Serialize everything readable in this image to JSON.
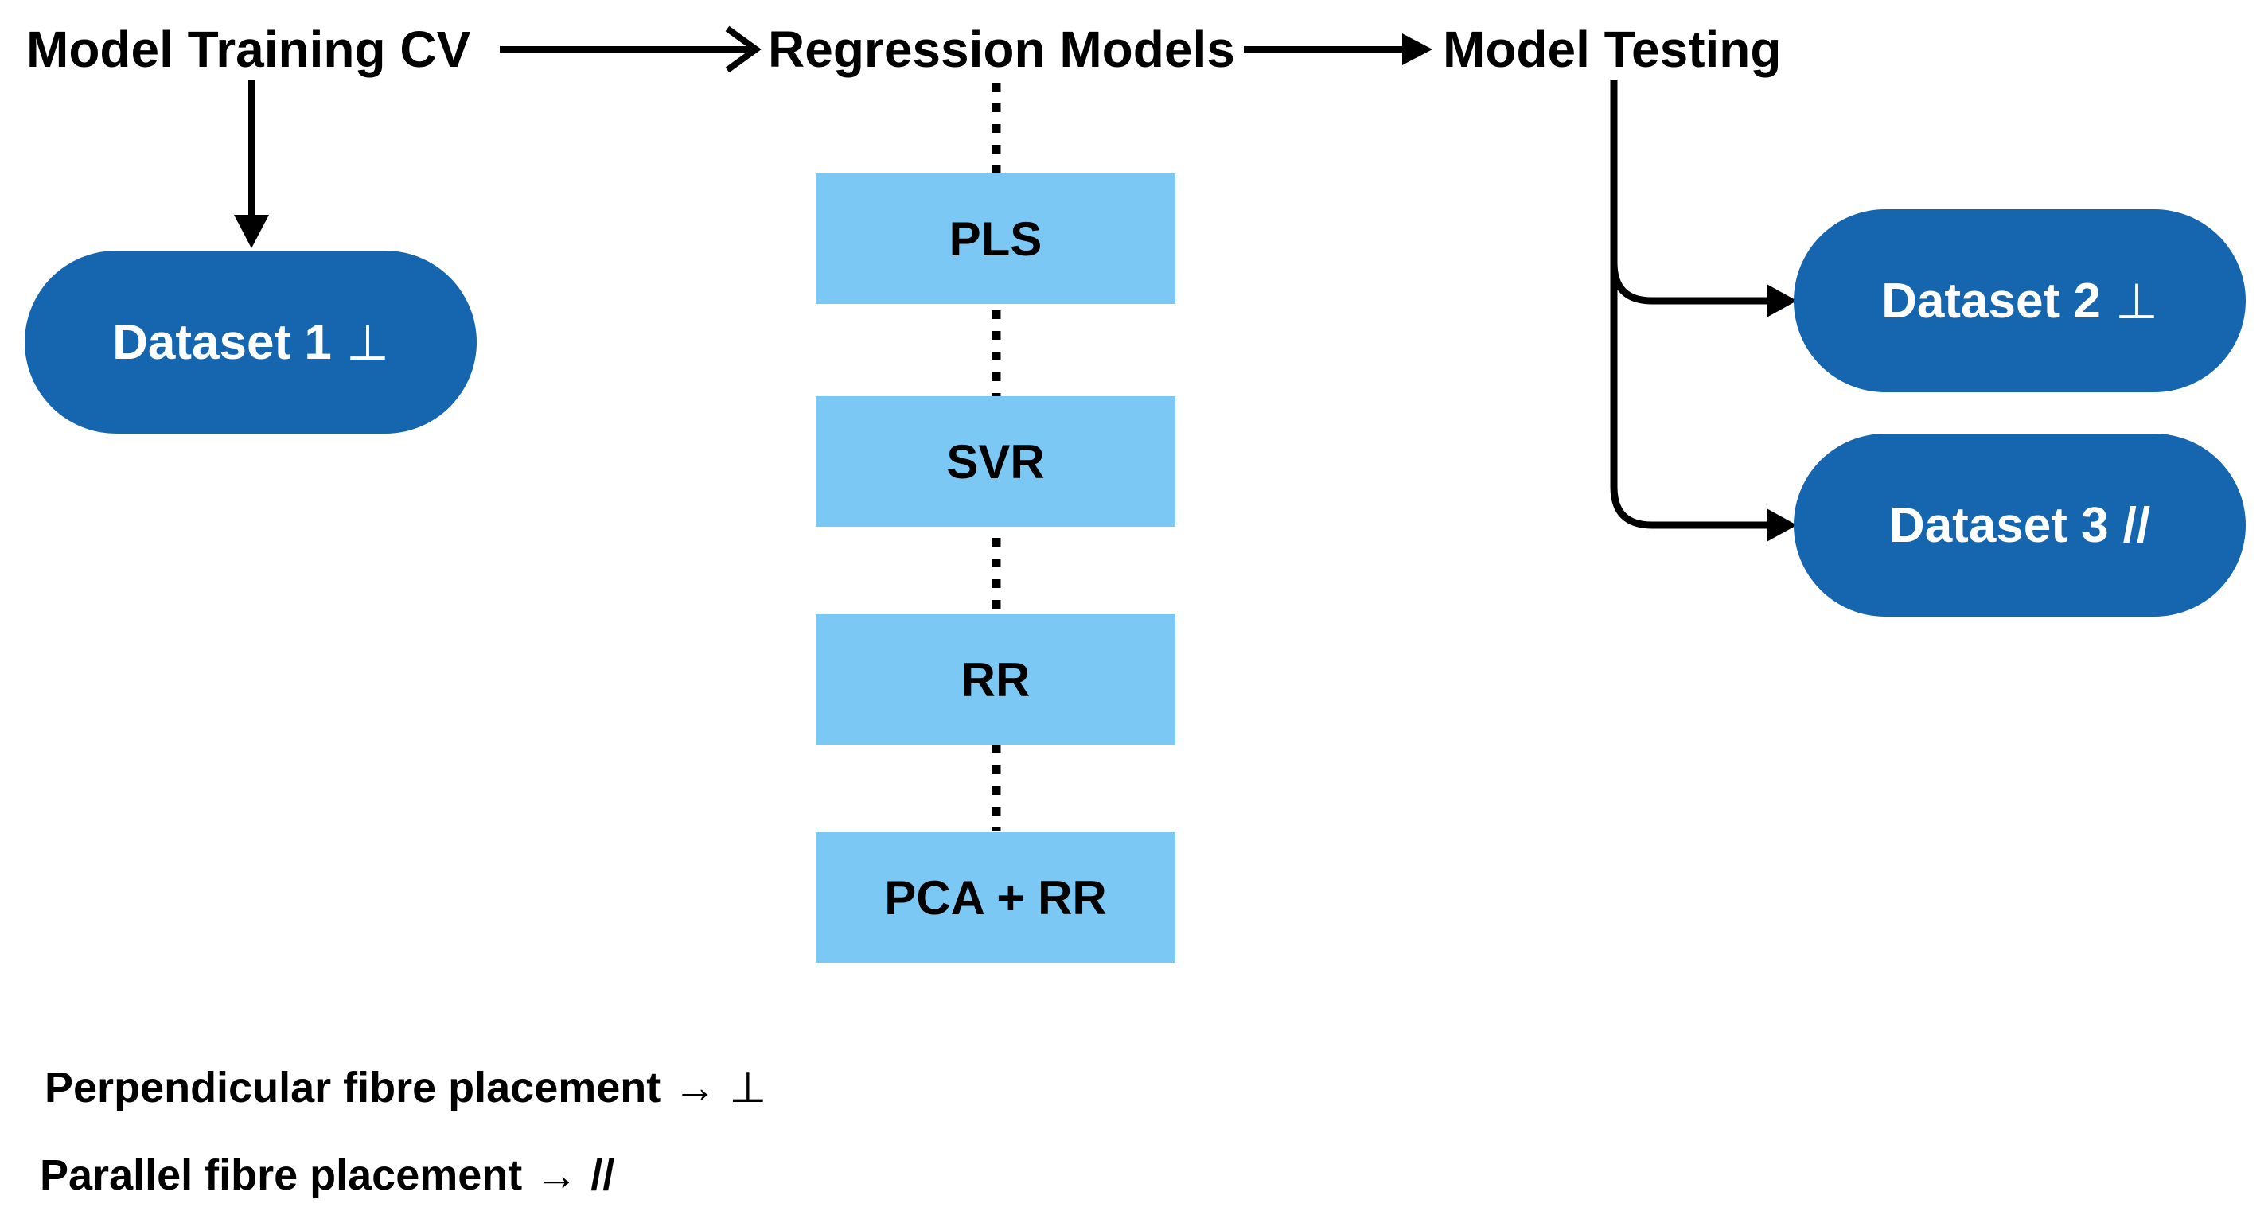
{
  "diagram": {
    "stages": {
      "training": "Model Training CV",
      "regression": "Regression Models",
      "testing": "Model Testing"
    },
    "datasets": {
      "d1": {
        "name": "Dataset 1",
        "symbol": "⊥"
      },
      "d2": {
        "name": "Dataset 2",
        "symbol": "⊥"
      },
      "d3": {
        "name": "Dataset 3",
        "symbol": "//"
      }
    },
    "models": [
      "PLS",
      "SVR",
      "RR",
      "PCA + RR"
    ],
    "legend": [
      {
        "label": "Perpendicular fibre placement",
        "arrow": "→",
        "symbol": "⊥"
      },
      {
        "label": "Parallel fibre placement",
        "arrow": "→",
        "symbol": "//"
      }
    ],
    "colors": {
      "dataset_fill": "#1565AF",
      "dataset_text": "#FFFFFF",
      "model_fill": "#7AC8F3",
      "model_text": "#000000",
      "connector": "#000000",
      "background": "#FFFFFF"
    }
  }
}
